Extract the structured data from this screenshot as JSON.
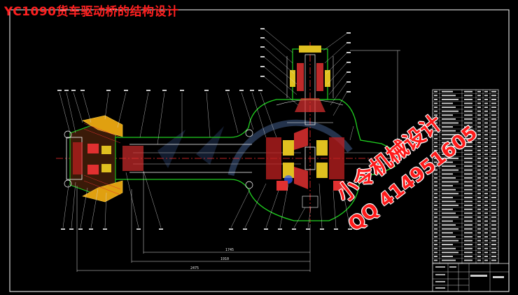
{
  "drawing": {
    "title": "YC1090货车驱动桥的结构设计",
    "dimensions": [
      "1745",
      "1910",
      "2475"
    ]
  },
  "watermark": {
    "brand": "小令机械设计",
    "qq": "QQ 414951605"
  },
  "colors": {
    "background": "#000000",
    "frame": "#ffffff",
    "housing_outline": "#20d020",
    "hatch_red": "#e03030",
    "hatch_yellow": "#e0c020",
    "centerline": "#ff3030",
    "watermark_red": "#ff1a1a",
    "watermark_blue": "#7090c0"
  }
}
